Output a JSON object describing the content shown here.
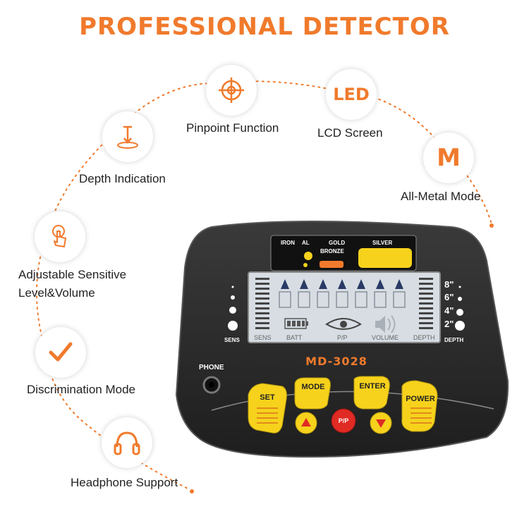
{
  "title": "PROFESSIONAL DETECTOR",
  "features": {
    "pinpoint": "Pinpoint Function",
    "led_icon": "LED",
    "lcd": "LCD Screen",
    "m_icon": "M",
    "allmetal": "All-Metal Mode",
    "depth": "Depth Indication",
    "sens_line1": "Adjustable Sensitive",
    "sens_line2": "Level&Volume",
    "discrimination": "Discrimination Mode",
    "headphone": "Headphone Support"
  },
  "device": {
    "model": "MD-3028",
    "phone": "PHONE",
    "panel": {
      "iron": "IRON",
      "al": "AL",
      "gold": "GOLD",
      "bronze": "BRONZE",
      "silver": "SILVER"
    },
    "sens": "SENS",
    "depth": "DEPTH",
    "depth_marks": [
      "8\"",
      "6\"",
      "4\"",
      "2\""
    ],
    "lcd": {
      "sens": "SENS",
      "batt": "BATT",
      "pp": "P/P",
      "volume": "VOLUME",
      "depth": "DEPTH"
    },
    "buttons": {
      "set": "SET",
      "mode": "MODE",
      "enter": "ENTER",
      "power": "POWER",
      "pp": "P/P"
    }
  },
  "colors": {
    "accent": "#f07a2c",
    "body": "#2a2a2a",
    "button": "#f6d21c",
    "pp_button": "#e02a24",
    "lcd": "#d7dde3"
  }
}
